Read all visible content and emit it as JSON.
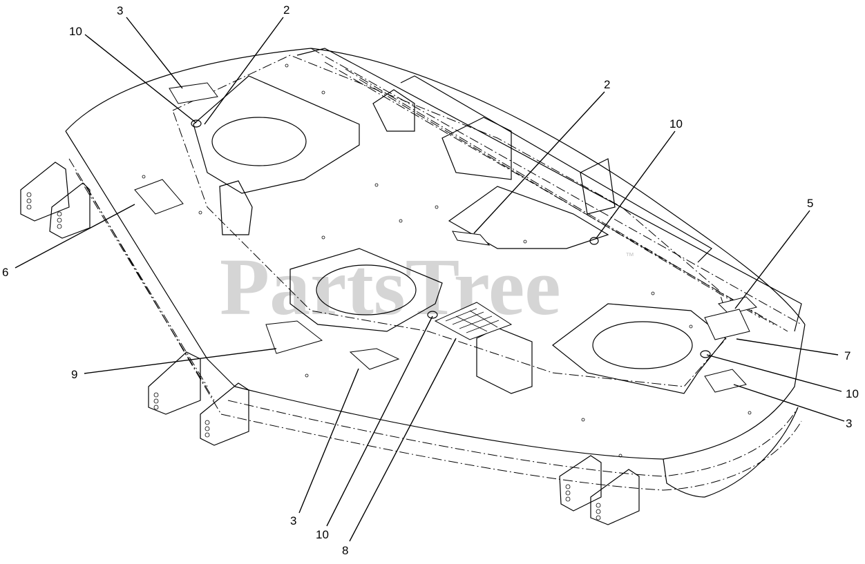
{
  "watermark": {
    "text": "PartsTree",
    "trademark": "™"
  },
  "callouts": [
    {
      "id": "c-3-top",
      "label": "3"
    },
    {
      "id": "c-2-top",
      "label": "2"
    },
    {
      "id": "c-10-topleft",
      "label": "10"
    },
    {
      "id": "c-2-mid",
      "label": "2"
    },
    {
      "id": "c-10-topright",
      "label": "10"
    },
    {
      "id": "c-5",
      "label": "5"
    },
    {
      "id": "c-6",
      "label": "6"
    },
    {
      "id": "c-7",
      "label": "7"
    },
    {
      "id": "c-10-right",
      "label": "10"
    },
    {
      "id": "c-3-right",
      "label": "3"
    },
    {
      "id": "c-9",
      "label": "9"
    },
    {
      "id": "c-3-bottom",
      "label": "3"
    },
    {
      "id": "c-10-bottom",
      "label": "10"
    },
    {
      "id": "c-8",
      "label": "8"
    }
  ]
}
